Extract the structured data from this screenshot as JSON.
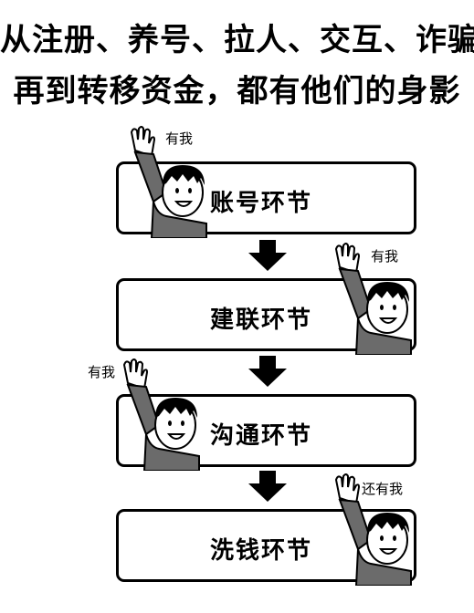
{
  "title": {
    "line1": "从注册、养号、拉人、交互、诈骗",
    "line2": "再到转移资金，都有他们的身影"
  },
  "steps": [
    {
      "label": "账号环节",
      "speech": "有我"
    },
    {
      "label": "建联环节",
      "speech": "有我"
    },
    {
      "label": "沟通环节",
      "speech": "有我"
    },
    {
      "label": "洗钱环节",
      "speech": "还有我"
    }
  ],
  "colors": {
    "ink": "#000000",
    "shirt": "#6b6b6b",
    "skin": "#ffffff"
  },
  "icons": {
    "arrow": "down-arrow-icon",
    "figure": "waving-boy-icon"
  }
}
